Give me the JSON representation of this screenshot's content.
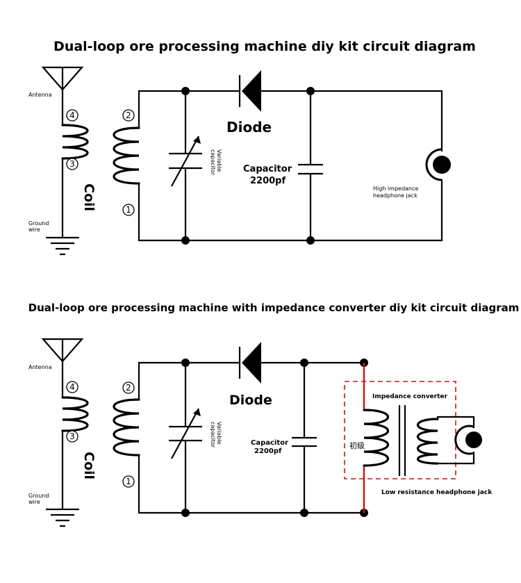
{
  "diagram1": {
    "title": "Dual-loop ore processing machine diy kit circuit diagram",
    "antenna": "Antenna",
    "ground_line1": "Ground",
    "ground_line2": "wire",
    "coil": "Coil",
    "var_cap_line1": "Variable",
    "var_cap_line2": "capacitor",
    "diode": "Diode",
    "capacitor_line1": "Capacitor",
    "capacitor_line2": "2200pf",
    "jack_line1": "High impedance",
    "jack_line2": "headphone jack",
    "pin_4": "4",
    "pin_3": "3",
    "pin_2": "2",
    "pin_1": "1"
  },
  "diagram2": {
    "title": "Dual-loop ore processing machine with impedance converter diy kit circuit diagram",
    "antenna": "Antenna",
    "ground_line1": "Ground",
    "ground_line2": "wire",
    "coil": "Coil",
    "var_cap_line1": "Variable",
    "var_cap_line2": "capacitor",
    "diode": "Diode",
    "capacitor_line1": "Capacitor",
    "capacitor_line2": "2200pf",
    "impedance_converter": "Impedance converter",
    "primary": "初级",
    "jack": "Low resistance headphone jack",
    "pin_4": "4",
    "pin_3": "3",
    "pin_2": "2",
    "pin_1": "1"
  },
  "colors": {
    "ink": "#000000",
    "highlight": "#d01010"
  }
}
